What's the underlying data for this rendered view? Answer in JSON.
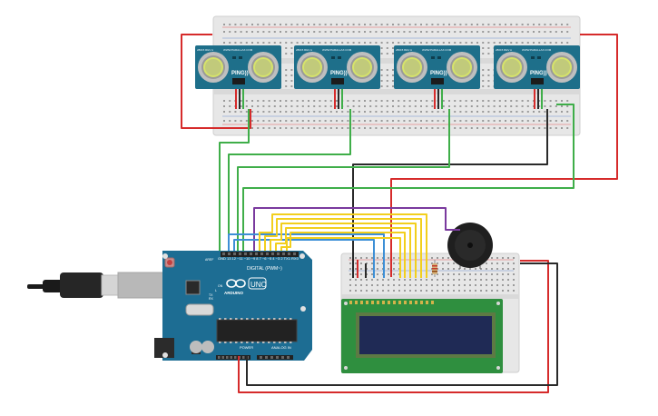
{
  "sensors": [
    {
      "label": "PING))",
      "site": "WWW.PARALLAX.COM",
      "rev": "28015 REV A"
    },
    {
      "label": "PING))",
      "site": "WWW.PARALLAX.COM",
      "rev": "28015 REV A"
    },
    {
      "label": "PING))",
      "site": "WWW.PARALLAX.COM",
      "rev": "28015 REV A"
    },
    {
      "label": "PING))",
      "site": "WWW.PARALLAX.COM",
      "rev": "28015 REV A"
    }
  ],
  "arduino": {
    "brand": "ARDUINO",
    "model": "UNO",
    "digital_header": "DIGITAL (PWM~)",
    "power_label": "POWER",
    "analog_label": "ANALOG IN",
    "on_label": "ON",
    "tx_label": "TX",
    "rx_label": "RX",
    "l_label": "L",
    "aref_label": "AREF",
    "gnd_label": "GND"
  },
  "colors": {
    "red_wire": "#d62b2b",
    "black_wire": "#2a2a2a",
    "green_wire": "#3fae49",
    "yellow_wire": "#f2cf1d",
    "blue_wire": "#3d8fd6",
    "purple_wire": "#7a3a9e",
    "sensor_board": "#1e6f8a",
    "arduino_board": "#1d6d93",
    "lcd_board": "#2f8f3f",
    "lcd_screen": "#1f2a55",
    "breadboard": "#e7e7e7"
  },
  "icons": [
    "infinity-logo-icon",
    "usb-cable-icon",
    "buzzer-icon"
  ]
}
